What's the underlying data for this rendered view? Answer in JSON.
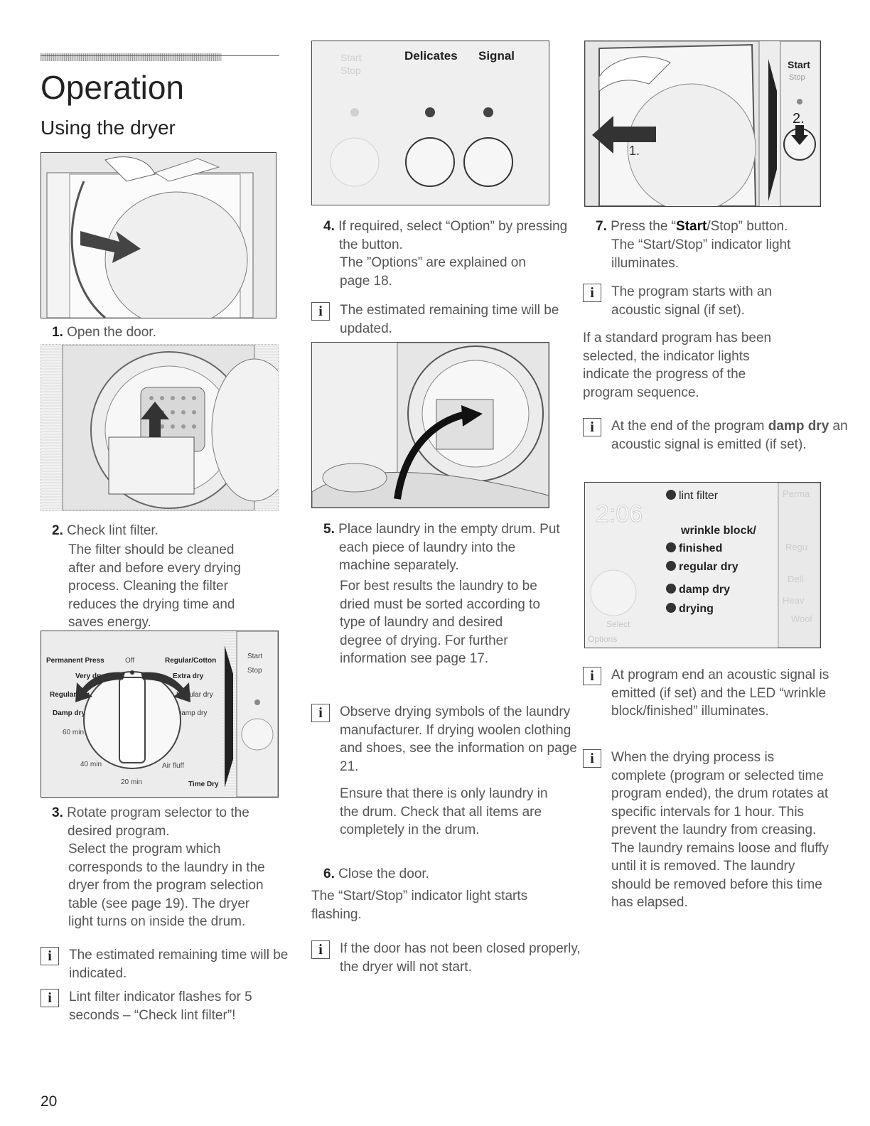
{
  "header": {
    "title": "Operation",
    "subtitle": "Using the dryer"
  },
  "page_number": "20",
  "col1": {
    "step1": {
      "num": "1.",
      "text": "Open the door."
    },
    "step2": {
      "num": "2.",
      "text": "Check lint filter.",
      "detail": "The filter should be cleaned after and before every drying process. Cleaning the filter reduces the drying time and saves energy."
    },
    "panel_labels": {
      "permanent_press": "Permanent Press",
      "off": "Off",
      "regular_cotton": "Regular/Cotton",
      "very_dry": "Very dry",
      "extra_dry": "Extra dry",
      "regular_dry_left": "Regular dry",
      "regular_dry_right": "Regular dry",
      "damp_dry_left": "Damp dry",
      "damp_dry_right": "Damp dry",
      "min60": "60 min",
      "min40": "40 min",
      "min20": "20 min",
      "air_fluff": "Air fluff",
      "time_dry": "Time Dry",
      "start": "Start",
      "stop": "Stop"
    },
    "step3": {
      "num": "3.",
      "text": "Rotate program selector to the desired program.",
      "detail": "Select the program which corresponds to the laundry in the dryer from the program selection table (see page 19). The dryer light turns on inside the drum."
    },
    "info1": "The estimated remaining time will be indicated.",
    "info2": "Lint filter indicator flashes for 5 seconds – “Check lint filter”!"
  },
  "col2": {
    "panel_labels": {
      "start": "Start",
      "stop": "Stop",
      "delicates": "Delicates",
      "signal": "Signal"
    },
    "step4": {
      "num": "4.",
      "text": "If required, select “Option” by pressing the button.",
      "detail": "The ”Options” are explained on page 18."
    },
    "info1": "The estimated remaining time will be updated.",
    "step5": {
      "num": "5.",
      "text": "Place laundry in the empty drum. Put each piece of laundry into the machine separately.",
      "detail": "For best results the laundry to be dried must be sorted according to type of laundry and desired degree of drying. For further information see page 17."
    },
    "info2": "Observe drying symbols of the laundry manufacturer. If drying woolen clothing and shoes, see the information on page 21.",
    "note": "Ensure that there is only laundry in the drum. Check that all items are completely in the drum.",
    "step6": {
      "num": "6.",
      "text": "Close the door."
    },
    "after6": "The “Start/Stop” indicator light starts flashing.",
    "info3": "If the door has not been closed properly, the dryer will not start."
  },
  "col3": {
    "panel_labels": {
      "start": "Start",
      "stop": "Stop",
      "callout1": "1.",
      "callout2": "2."
    },
    "step7": {
      "num": "7.",
      "text_pre": "Press the “",
      "text_bold": "Start",
      "text_post": "/Stop” button.",
      "detail": "The “Start/Stop” indicator light illuminates."
    },
    "info1": "The program starts with an acoustic signal (if set).",
    "para": "If a standard program has been selected, the indicator lights indicate the progress of the program sequence.",
    "info2": {
      "pre": "At the end of the program ",
      "bold": "damp dry",
      "post": " an acoustic signal is emitted (if set)."
    },
    "display_labels": {
      "lint_filter": "lint filter",
      "wrinkle_block": "wrinkle block/",
      "finished": "finished",
      "regular_dry": "regular dry",
      "damp_dry": "damp dry",
      "drying": "drying",
      "digits": "2:06",
      "select": "Select",
      "options": "Options",
      "side1": "Perma",
      "side2": "Regu",
      "side3": "Deli",
      "side4": "Heav",
      "side5": "Wool"
    },
    "info3": "At program end  an acoustic signal is emitted (if set) and the LED “wrinkle block/finished” illuminates.",
    "info4": "When the drying process is complete (program or selected time program ended), the drum rotates at specific intervals for 1 hour. This prevent the laundry from creasing. The laundry remains loose and fluffy until it is removed. The laundry should be removed before this time has elapsed."
  }
}
